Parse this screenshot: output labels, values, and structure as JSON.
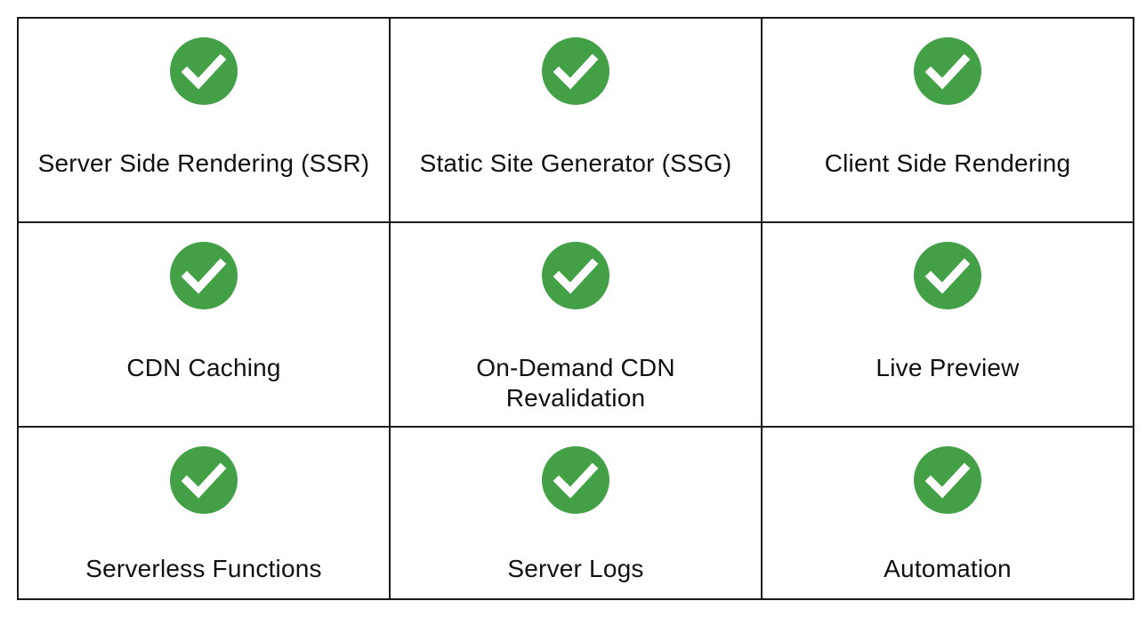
{
  "colors": {
    "check_fill": "#43a047",
    "check_mark": "#ffffff",
    "border": "#1a1a1a",
    "text": "#111111"
  },
  "icons": {
    "status": "check-circle-icon"
  },
  "features": [
    {
      "label": "Server Side Rendering (SSR)",
      "status": "supported"
    },
    {
      "label": "Static Site Generator (SSG)",
      "status": "supported"
    },
    {
      "label": "Client Side Rendering",
      "status": "supported"
    },
    {
      "label": "CDN Caching",
      "status": "supported"
    },
    {
      "label": "On-Demand CDN Revalidation",
      "status": "supported"
    },
    {
      "label": "Live Preview",
      "status": "supported"
    },
    {
      "label": "Serverless Functions",
      "status": "supported"
    },
    {
      "label": "Server Logs",
      "status": "supported"
    },
    {
      "label": "Automation",
      "status": "supported"
    }
  ]
}
